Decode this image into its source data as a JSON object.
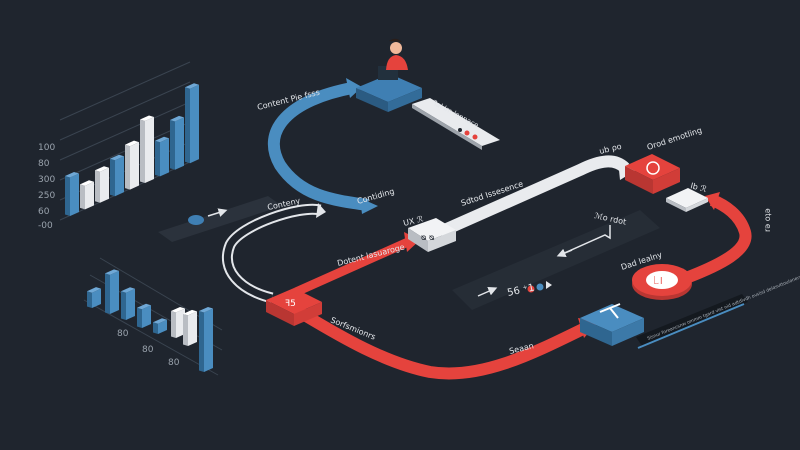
{
  "colors": {
    "background": "#1f252e",
    "blue": "#4a8dc0",
    "blue_dark": "#2f6690",
    "red": "#e5433d",
    "red_dark": "#b93632",
    "white": "#e9ebee",
    "panel": "#2a313b",
    "label": "#e3e6ea"
  },
  "labels": {
    "content_process": "Content Pie fsss",
    "user_station_caption": "ꟻal lm lonnace",
    "conteny": "Conteny",
    "content_language": "Dotent lasuaroge",
    "continue": "Contiding",
    "second_instance": "Sdtod Issesence",
    "white_node": "ᴓ ᴓ",
    "ux_label": "UX ℛ",
    "ub_label": "ub  ρo",
    "cloud_running": "Orod emotling",
    "lb_label": "Ib ℛ",
    "no_label": "ℳo rdot",
    "sequence_value": "56 ⁺1",
    "sync_label": "Sorfsmionrs",
    "vertical_right": "rǝ oʇǝ",
    "deploy_node": "Dad lealny",
    "seal_label": "Seaan",
    "info_caption": "Sisnur foreancsnw ommm tgard vist nid adtdivdh ovsisd delasvttoulonerssom",
    "red_node_glyph": "ꟻ5",
    "red_circle_glyph": "꒒l"
  },
  "left_chart": {
    "ticks": [
      "100",
      "80",
      "300",
      "250",
      "60",
      "-00"
    ],
    "values": [
      62,
      38,
      50,
      58,
      70,
      100,
      55,
      78,
      120
    ]
  },
  "bottom_chart": {
    "ticks": [
      "80",
      "80",
      "80"
    ],
    "values": [
      18,
      46,
      32,
      22,
      12,
      30,
      36,
      70
    ]
  }
}
